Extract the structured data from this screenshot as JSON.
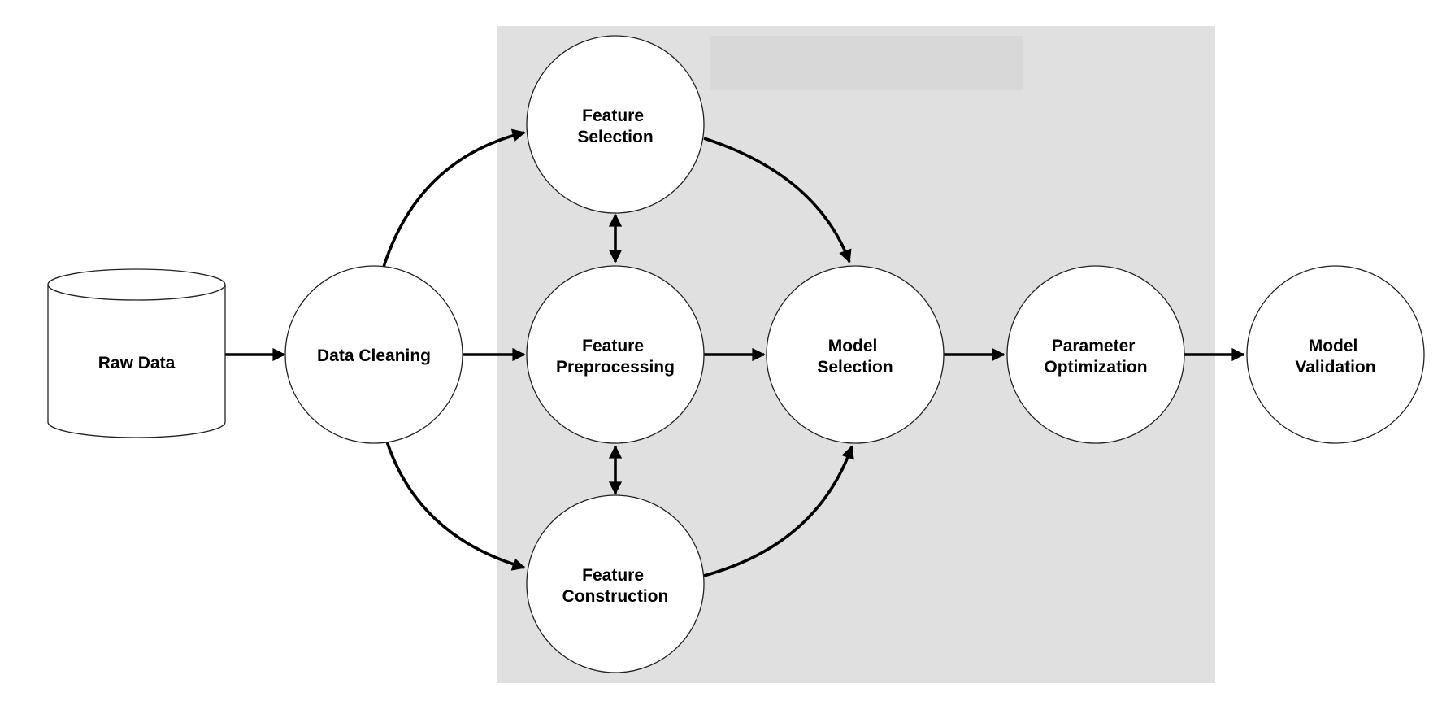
{
  "colors": {
    "region_fill": "#e0e0e0",
    "title_placeholder_fill": "#d8d8d8",
    "node_fill": "#ffffff",
    "node_stroke": "#222222",
    "edge": "#000000"
  },
  "nodes": {
    "raw_data": {
      "shape": "cylinder",
      "lines": [
        "Raw Data"
      ]
    },
    "data_cleaning": {
      "shape": "circle",
      "lines": [
        "Data Cleaning"
      ]
    },
    "feature_selection": {
      "shape": "circle",
      "lines": [
        "Feature",
        "Selection"
      ]
    },
    "feature_preprocessing": {
      "shape": "circle",
      "lines": [
        "Feature",
        "Preprocessing"
      ]
    },
    "feature_construction": {
      "shape": "circle",
      "lines": [
        "Feature",
        "Construction"
      ]
    },
    "model_selection": {
      "shape": "circle",
      "lines": [
        "Model",
        "Selection"
      ]
    },
    "parameter_optimization": {
      "shape": "circle",
      "lines": [
        "Parameter",
        "Optimization"
      ]
    },
    "model_validation": {
      "shape": "circle",
      "lines": [
        "Model",
        "Validation"
      ]
    }
  },
  "edges": [
    {
      "from": "raw_data",
      "to": "data_cleaning",
      "direction": "forward"
    },
    {
      "from": "data_cleaning",
      "to": "feature_selection",
      "direction": "forward"
    },
    {
      "from": "data_cleaning",
      "to": "feature_preprocessing",
      "direction": "forward"
    },
    {
      "from": "data_cleaning",
      "to": "feature_construction",
      "direction": "forward"
    },
    {
      "from": "feature_selection",
      "to": "feature_preprocessing",
      "direction": "both"
    },
    {
      "from": "feature_preprocessing",
      "to": "feature_construction",
      "direction": "both"
    },
    {
      "from": "feature_selection",
      "to": "model_selection",
      "direction": "forward"
    },
    {
      "from": "feature_preprocessing",
      "to": "model_selection",
      "direction": "forward"
    },
    {
      "from": "feature_construction",
      "to": "model_selection",
      "direction": "forward"
    },
    {
      "from": "model_selection",
      "to": "parameter_optimization",
      "direction": "forward"
    },
    {
      "from": "parameter_optimization",
      "to": "model_validation",
      "direction": "forward"
    }
  ]
}
